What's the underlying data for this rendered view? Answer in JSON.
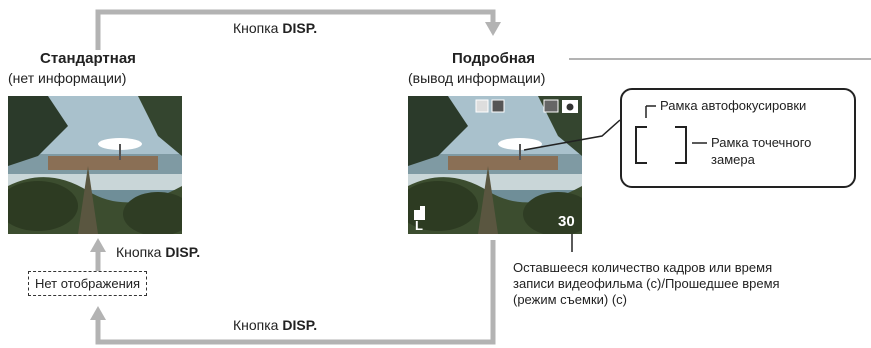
{
  "disp_label_prefix": "Кнопка ",
  "disp_label_key": "DISP.",
  "standard": {
    "title": "Стандартная",
    "subtitle": "(нет информации)"
  },
  "detailed": {
    "title": "Подробная",
    "subtitle": "(вывод информации)"
  },
  "no_display_label": "Нет отображения",
  "callout": {
    "af_frame_label": "Рамка автофокусировки",
    "spot_frame_label_line1": "Рамка точечного",
    "spot_frame_label_line2": "замера"
  },
  "osd": {
    "shots_remaining": "30",
    "size_letter": "L"
  },
  "remaining_note": {
    "line1": "Оставшееся количество кадров или время",
    "line2": "записи видеофильма (с)/Прошедшее время",
    "line3": "(режим съемки) (с)"
  },
  "colors": {
    "arrow": "#b3b3b3",
    "callout_border": "#222222"
  }
}
